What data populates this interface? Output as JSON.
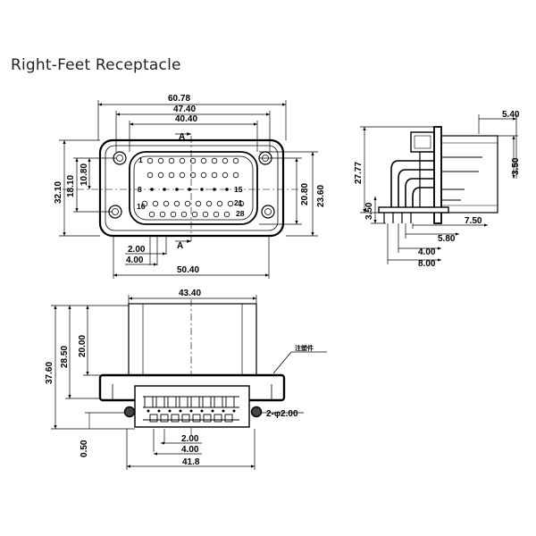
{
  "title": "Right-Feet Receptacle",
  "top_view": {
    "section_mark": "A",
    "pin_labels": [
      "1",
      "8",
      "15",
      "16",
      "21",
      "28"
    ],
    "dims": {
      "overall_width": "60.78",
      "mount_hole_span": "47.40",
      "inner_width": "40.40",
      "overall_height": "32.10",
      "inner_height_a": "18.10",
      "inner_height_b": "10.80",
      "right_height_a": "20.80",
      "right_height_b": "23.60",
      "pin_pitch": "2.00",
      "row_pitch": "4.00",
      "base_width": "50.40"
    }
  },
  "side_view": {
    "dims": {
      "top_offset": "5.40",
      "body_height": "27.77",
      "right_short": "3.50",
      "left_short": "3.50",
      "lead_a": "7.50",
      "lead_b": "5.80",
      "lead_c": "4.00",
      "lead_d": "8.00"
    }
  },
  "front_view": {
    "callout": "注塑件",
    "dims": {
      "body_width": "43.40",
      "total_height": "37.60",
      "upper_height": "28.50",
      "hood_height": "20.00",
      "bottom_offset": "0.50",
      "mount_hole": "2-φ2.00",
      "pin_pitch": "2.00",
      "row_pitch": "4.00",
      "base_width": "41.8"
    }
  }
}
